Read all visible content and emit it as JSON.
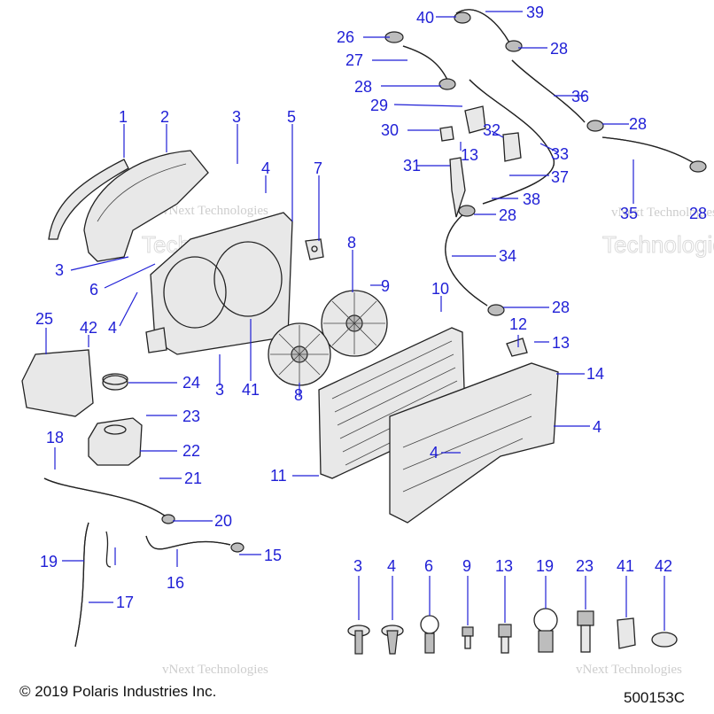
{
  "copyright": "© 2019 Polaris Industries Inc.",
  "diagram_id": "500153C",
  "watermark": {
    "line1": "vNext Technologies",
    "line2": "Technologies"
  },
  "callouts": {
    "c1": "1",
    "c2": "2",
    "c3a": "3",
    "c3b": "3",
    "c3c": "3",
    "c3d": "3",
    "c4a": "4",
    "c4b": "4",
    "c4c": "4",
    "c4d": "4",
    "c4e": "4",
    "c5": "5",
    "c6a": "6",
    "c6b": "6",
    "c7": "7",
    "c8a": "8",
    "c8b": "8",
    "c9a": "9",
    "c9b": "9",
    "c10": "10",
    "c11": "11",
    "c12": "12",
    "c13a": "13",
    "c13b": "13",
    "c13c": "13",
    "c14": "14",
    "c15": "15",
    "c16": "16",
    "c17": "17",
    "c18": "18",
    "c19a": "19",
    "c19b": "19",
    "c20": "20",
    "c21": "21",
    "c22": "22",
    "c23a": "23",
    "c23b": "23",
    "c24": "24",
    "c25": "25",
    "c26": "26",
    "c27": "27",
    "c28a": "28",
    "c28b": "28",
    "c28c": "28",
    "c28d": "28",
    "c28e": "28",
    "c28f": "28",
    "c29": "29",
    "c30": "30",
    "c31": "31",
    "c32": "32",
    "c33": "33",
    "c34": "34",
    "c35": "35",
    "c36": "36",
    "c37": "37",
    "c38": "38",
    "c39": "39",
    "c40": "40",
    "c41a": "41",
    "c41b": "41",
    "c42a": "42",
    "c42b": "42"
  },
  "colors": {
    "callout": "#1f1fd6",
    "line": "#222222"
  }
}
